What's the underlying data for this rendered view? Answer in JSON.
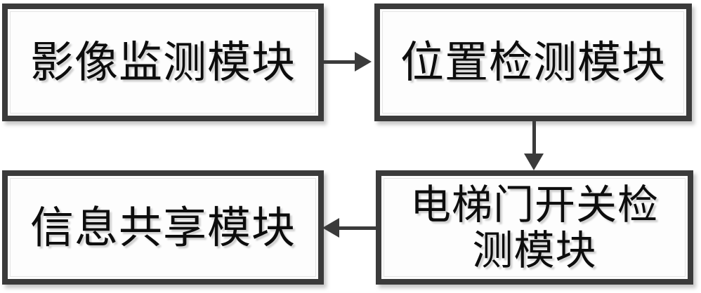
{
  "diagram": {
    "type": "block-flow-diagram",
    "orientation": "clockwise-loop",
    "background_color": "#ffffff",
    "border_color": "#3b3b3b",
    "fill_color": "#fdfdfd",
    "text_color": "#0d0d0d",
    "nodes": [
      {
        "id": "image-monitoring",
        "label": "影像监测模块",
        "position": "top-left"
      },
      {
        "id": "position-detection",
        "label": "位置检测模块",
        "position": "top-right"
      },
      {
        "id": "elevator-door-switch-detection",
        "label": "电梯门开关检\n测模块",
        "position": "bottom-right"
      },
      {
        "id": "information-sharing",
        "label": "信息共享模块",
        "position": "bottom-left"
      }
    ],
    "connectors": [
      {
        "id": "image-to-position",
        "from": "image-monitoring",
        "to": "position-detection",
        "direction": "right",
        "arrowhead": "arrow-right-icon"
      },
      {
        "id": "position-to-door",
        "from": "position-detection",
        "to": "elevator-door-switch-detection",
        "direction": "down",
        "arrowhead": "arrow-down-icon"
      },
      {
        "id": "door-to-info",
        "from": "elevator-door-switch-detection",
        "to": "information-sharing",
        "direction": "left",
        "arrowhead": "arrow-left-icon"
      }
    ]
  }
}
